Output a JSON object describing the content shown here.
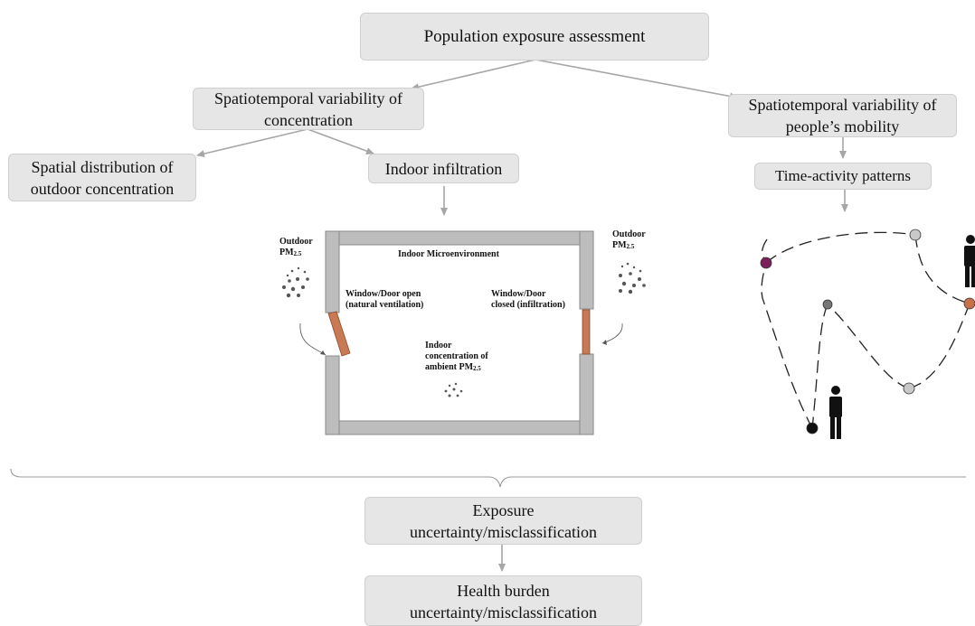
{
  "boxes": {
    "population": "Population exposure assessment",
    "concentration": [
      "Spatiotemporal variability of",
      "concentration"
    ],
    "mobility": [
      "Spatiotemporal variability of",
      "people’s mobility"
    ],
    "spatial": [
      "Spatial distribution of",
      "outdoor concentration"
    ],
    "indoor": "Indoor infiltration",
    "timeactivity": "Time-activity patterns",
    "exposure": [
      "Exposure",
      "uncertainty/misclassification"
    ],
    "health": [
      "Health burden",
      "uncertainty/misclassification"
    ]
  },
  "room": {
    "title": "Indoor Microenvironment",
    "outdoor_left": "Outdoor",
    "outdoor_right": "Outdoor",
    "pm": "PM",
    "pm_sub": "2.5",
    "window_open": [
      "Window/Door open",
      "(natural ventilation)"
    ],
    "window_closed": [
      "Window/Door",
      "closed (infiltration)"
    ],
    "indoor_conc": [
      "Indoor",
      "concentration of",
      "ambient PM"
    ]
  },
  "colors": {
    "box_fill": "#e6e6e6",
    "arrow": "#a6a6a6",
    "wall": "#bdbdbd",
    "door": "#c87a55",
    "stop_purple": "#7b1f5a",
    "stop_orange": "#c8704a",
    "stop_grey": "#c9c9c9",
    "stop_dark": "#777777",
    "stop_black": "#111111"
  }
}
